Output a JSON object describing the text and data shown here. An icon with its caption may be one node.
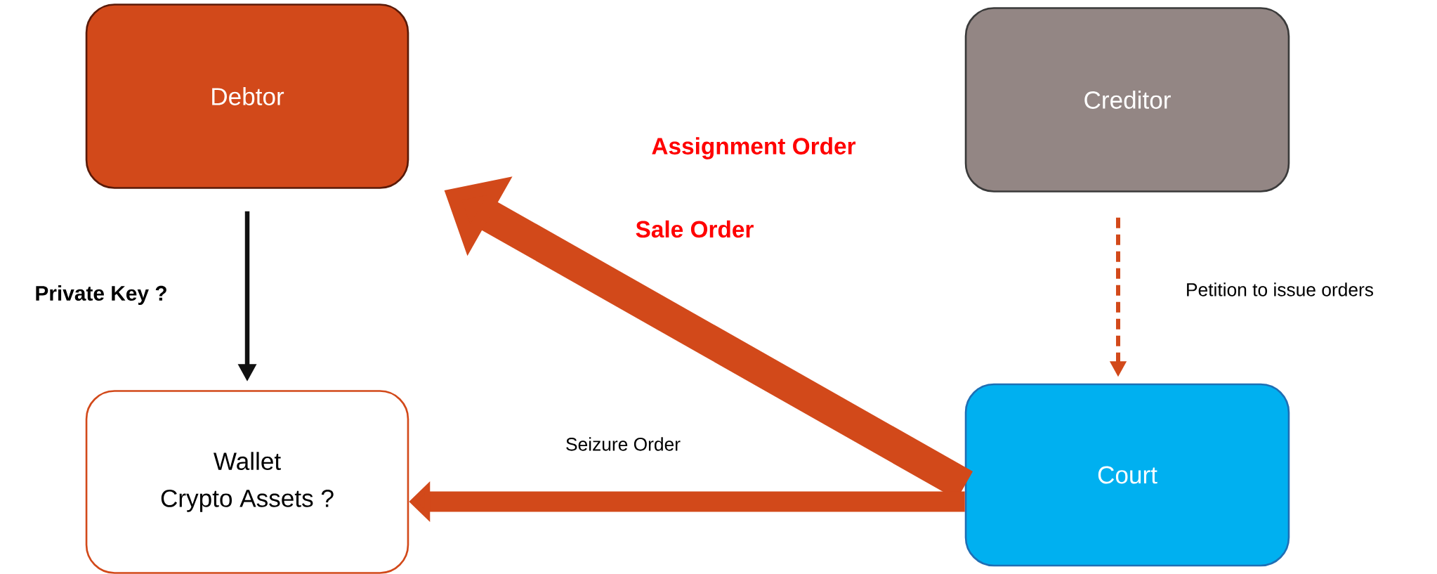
{
  "diagram": {
    "nodes": [
      {
        "text": [
          "Debtor"
        ]
      },
      {
        "text": [
          "Creditor"
        ]
      },
      {
        "text": [
          "Wallet",
          "Crypto Assets ?"
        ]
      },
      {
        "text": [
          "Court"
        ]
      }
    ],
    "edges": [
      {
        "from": 0,
        "to": 2,
        "arrow": "to",
        "label": "Private Key ?",
        "color": "#111111"
      },
      {
        "from": 1,
        "to": 3,
        "arrow": "to",
        "label": "Petition to issue orders",
        "style": "dashed"
      },
      {
        "from": 3,
        "to": 0,
        "arrow": "to",
        "label": "Sale Order",
        "style": "thick"
      },
      {
        "from": 3,
        "to": 2,
        "arrow": "to",
        "label": "Seizure Order",
        "style": "thick"
      }
    ],
    "labels": [
      "Assignment Order"
    ]
  }
}
